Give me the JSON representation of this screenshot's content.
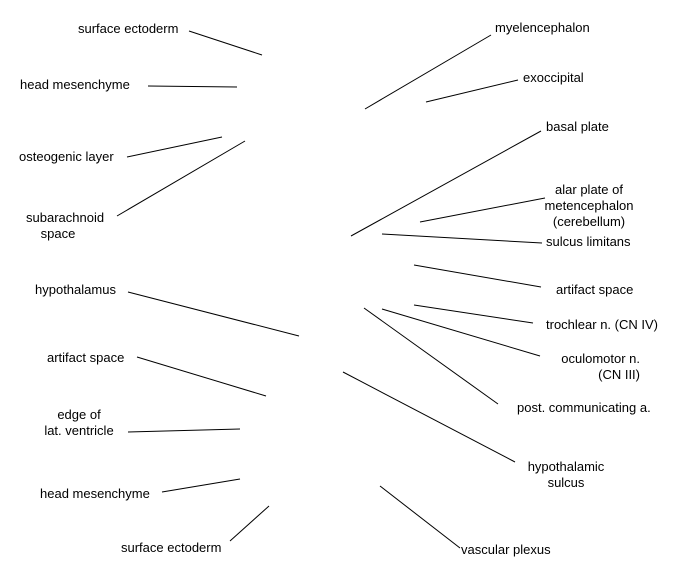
{
  "colors": {
    "background": "#ffffff",
    "ink": "#000000"
  },
  "labels": {
    "surface_ectoderm_top": "surface ectoderm",
    "head_mesenchyme_top": "head mesenchyme",
    "osteogenic_layer": "osteogenic layer",
    "subarachnoid_space": "subarachnoid\nspace",
    "hypothalamus": "hypothalamus",
    "artifact_space_left": "artifact space",
    "edge_lat_ventricle": "edge of\nlat. ventricle",
    "head_mesenchyme_bottom": "head mesenchyme",
    "surface_ectoderm_bottom": "surface ectoderm",
    "myelencephalon": "myelencephalon",
    "exoccipital": "exoccipital",
    "basal_plate": "basal plate",
    "alar_plate": "alar plate of\nmetencephalon\n(cerebellum)",
    "sulcus_limitans": "sulcus limitans",
    "artifact_space_right": "artifact space",
    "trochlear_n": "trochlear n. (CN IV)",
    "oculomotor_n": "oculomotor n.\n(CN III)",
    "post_communicating": "post. communicating a.",
    "hypothalamic_sulcus": "hypothalamic\nsulcus",
    "vascular_plexus": "vascular plexus"
  }
}
